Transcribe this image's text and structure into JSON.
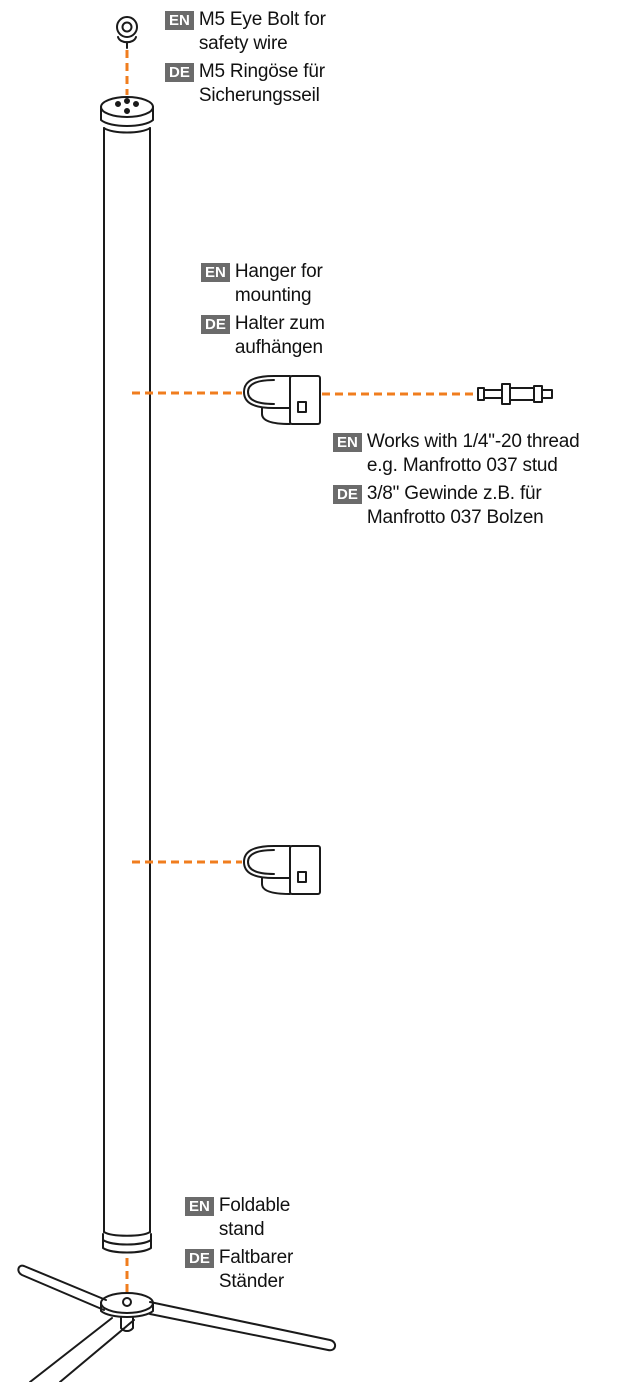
{
  "colors": {
    "leader": "#f07d1e",
    "line": "#1a1a1a",
    "badge": "#6b6b6b"
  },
  "lang_en": "EN",
  "lang_de": "DE",
  "callouts": {
    "eye_bolt": {
      "en": "M5 Eye Bolt for\nsafety wire",
      "de": "M5 Ringöse für\nSicherungsseil"
    },
    "hanger": {
      "en": "Hanger for\nmounting",
      "de": "Halter zum\naufhängen"
    },
    "thread": {
      "en": "Works with 1/4\"-20 thread\ne.g. Manfrotto 037 stud",
      "de": "3/8\" Gewinde z.B. für\nManfrotto 037 Bolzen"
    },
    "stand": {
      "en": "Foldable\nstand",
      "de": "Faltbarer\nStänder"
    }
  }
}
